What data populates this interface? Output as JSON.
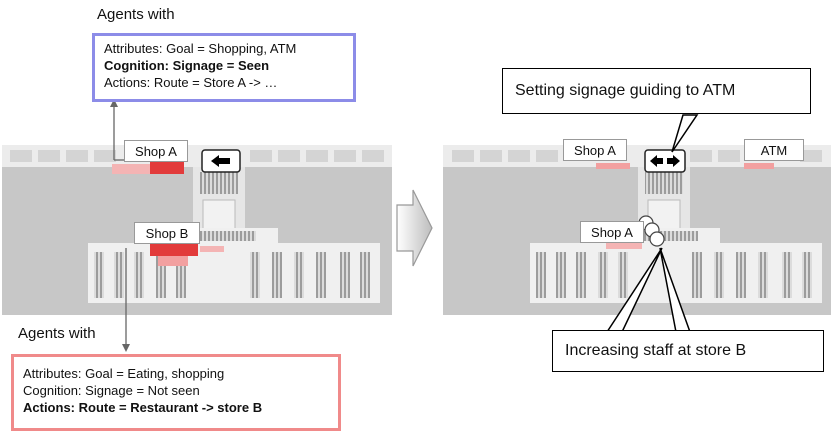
{
  "left_panel": {
    "top_agent_caption": "Agents with",
    "top_agent": {
      "attributes": "Attributes: Goal = Shopping, ATM",
      "cognition": "Cognition:  Signage = Seen",
      "actions": "Actions: Route = Store A -> …"
    },
    "bottom_agent_caption": "Agents with",
    "bottom_agent": {
      "attributes": "Attributes: Goal = Eating, shopping",
      "cognition": "Cognition: Signage = Not seen",
      "actions": "Actions:  Route = Restaurant -> store B"
    },
    "shop_a_label": "Shop A",
    "shop_b_label": "Shop B"
  },
  "right_panel": {
    "signage_callout": "Setting signage guiding to ATM",
    "staff_callout": "Increasing staff at store B",
    "shop_a_label": "Shop A",
    "atm_label": "ATM",
    "shop_a_lower_label": "Shop A"
  },
  "colors": {
    "blue_border": "#8c8ce8",
    "red_border": "#f08a8a",
    "floor_gray": "#c7c7c7",
    "corridor": "#ebebeb",
    "hotspot_red": "#e23b3b"
  },
  "icons": [
    "left-arrow-sign-icon",
    "double-arrow-sign-icon",
    "staff-figure-icon",
    "block-arrow-right-icon"
  ]
}
